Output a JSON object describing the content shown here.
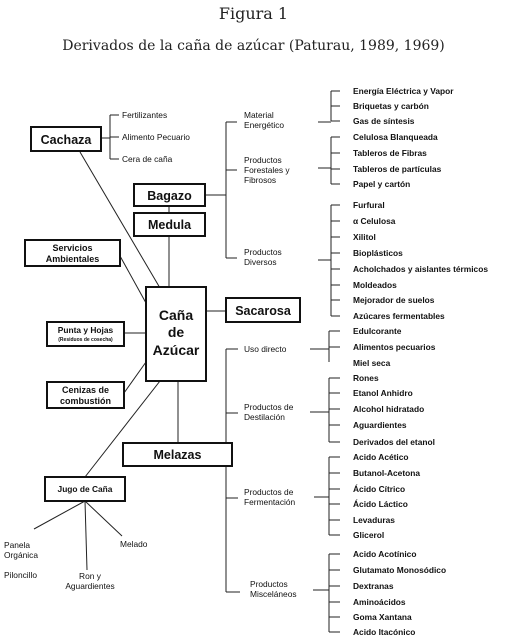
{
  "figure_label": "Figura 1",
  "figure_title": "Derivados de la caña de azúcar (Paturau, 1989, 1969)",
  "center": [
    "Caña",
    "de",
    "Azúcar"
  ],
  "boxes": {
    "cachaza": "Cachaza",
    "bagazo": "Bagazo",
    "medula": "Medula",
    "sacarosa": "Sacarosa",
    "melazas": "Melazas",
    "servicios": [
      "Servicios",
      "Ambientales"
    ],
    "punta": "Punta y Hojas",
    "punta_sub": "(Residuos de cosecha)",
    "cenizas": [
      "Cenizas de",
      "combustión"
    ],
    "jugo": "Jugo de Caña"
  },
  "cachaza_products": [
    "Fertilizantes",
    "Alimento Pecuario",
    "Cera de caña"
  ],
  "bagazo_groups": [
    {
      "label": [
        "Material",
        "Energético"
      ],
      "items": [
        "Energía Eléctrica y Vapor",
        "Briquetas y carbón",
        "Gas de síntesis"
      ]
    },
    {
      "label": [
        "Productos",
        "Forestales y",
        "Fibrosos"
      ],
      "items": [
        "Celulosa Blanqueada",
        "Tableros de Fibras",
        "Tableros de partículas",
        "Papel y cartón"
      ]
    },
    {
      "label": [
        "Productos",
        "Diversos"
      ],
      "items": [
        "Furfural",
        "α Celulosa",
        "Xilitol",
        "Bioplásticos",
        "Acholchados  y aislantes térmicos",
        "Moldeados",
        "Mejorador de suelos",
        "Azúcares fermentables"
      ]
    }
  ],
  "melazas_groups": [
    {
      "label": [
        "Uso directo"
      ],
      "items": [
        "Edulcorante",
        "Alimentos pecuarios",
        "Miel seca"
      ]
    },
    {
      "label": [
        "Productos de",
        "Destilación"
      ],
      "items": [
        "Rones",
        "Etanol Anhidro",
        "Alcohol hidratado",
        "Aguardientes",
        "Derivados del etanol"
      ]
    },
    {
      "label": [
        "Productos de",
        "Fermentación"
      ],
      "items": [
        "Acido Acético",
        "Butanol-Acetona",
        "Ácido Cítrico",
        "Ácido Láctico",
        "Levaduras",
        "Glicerol"
      ]
    },
    {
      "label": [
        "Productos",
        "Misceláneos"
      ],
      "items": [
        "Acido Acotínico",
        "Glutamato Monosódico",
        "Dextranas",
        "Aminoácidos",
        "Goma Xantana",
        "Acido Itacónico"
      ]
    }
  ],
  "jugo_products": {
    "panela": [
      "Panela",
      "Orgánica"
    ],
    "piloncillo": "Piloncillo",
    "ron": [
      "Ron y",
      "Aguardientes"
    ],
    "melado": "Melado"
  }
}
